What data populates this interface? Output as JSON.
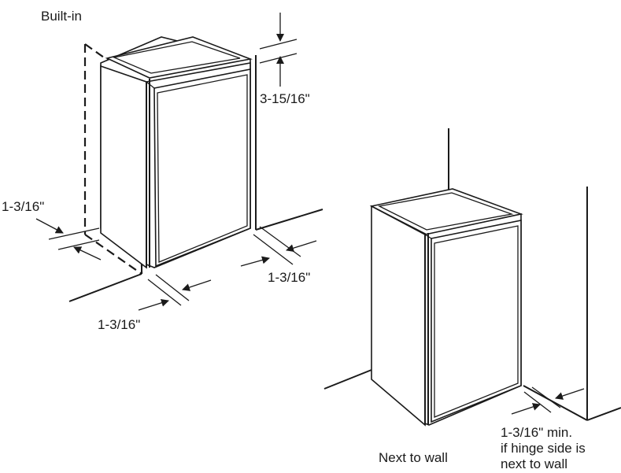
{
  "builtin": {
    "title": "Built-in",
    "top_clearance": "3-15/16\"",
    "left_side_gap": "1-3/16\"",
    "right_side_gap": "1-3/16\"",
    "bottom_gap": "1-3/16\""
  },
  "next_to_wall": {
    "title": "Next to wall",
    "note_line1": "1-3/16\" min.",
    "note_line2": "if hinge side is",
    "note_line3": "next to wall"
  },
  "colors": {
    "line": "#1a1a1a",
    "background": "#ffffff"
  }
}
